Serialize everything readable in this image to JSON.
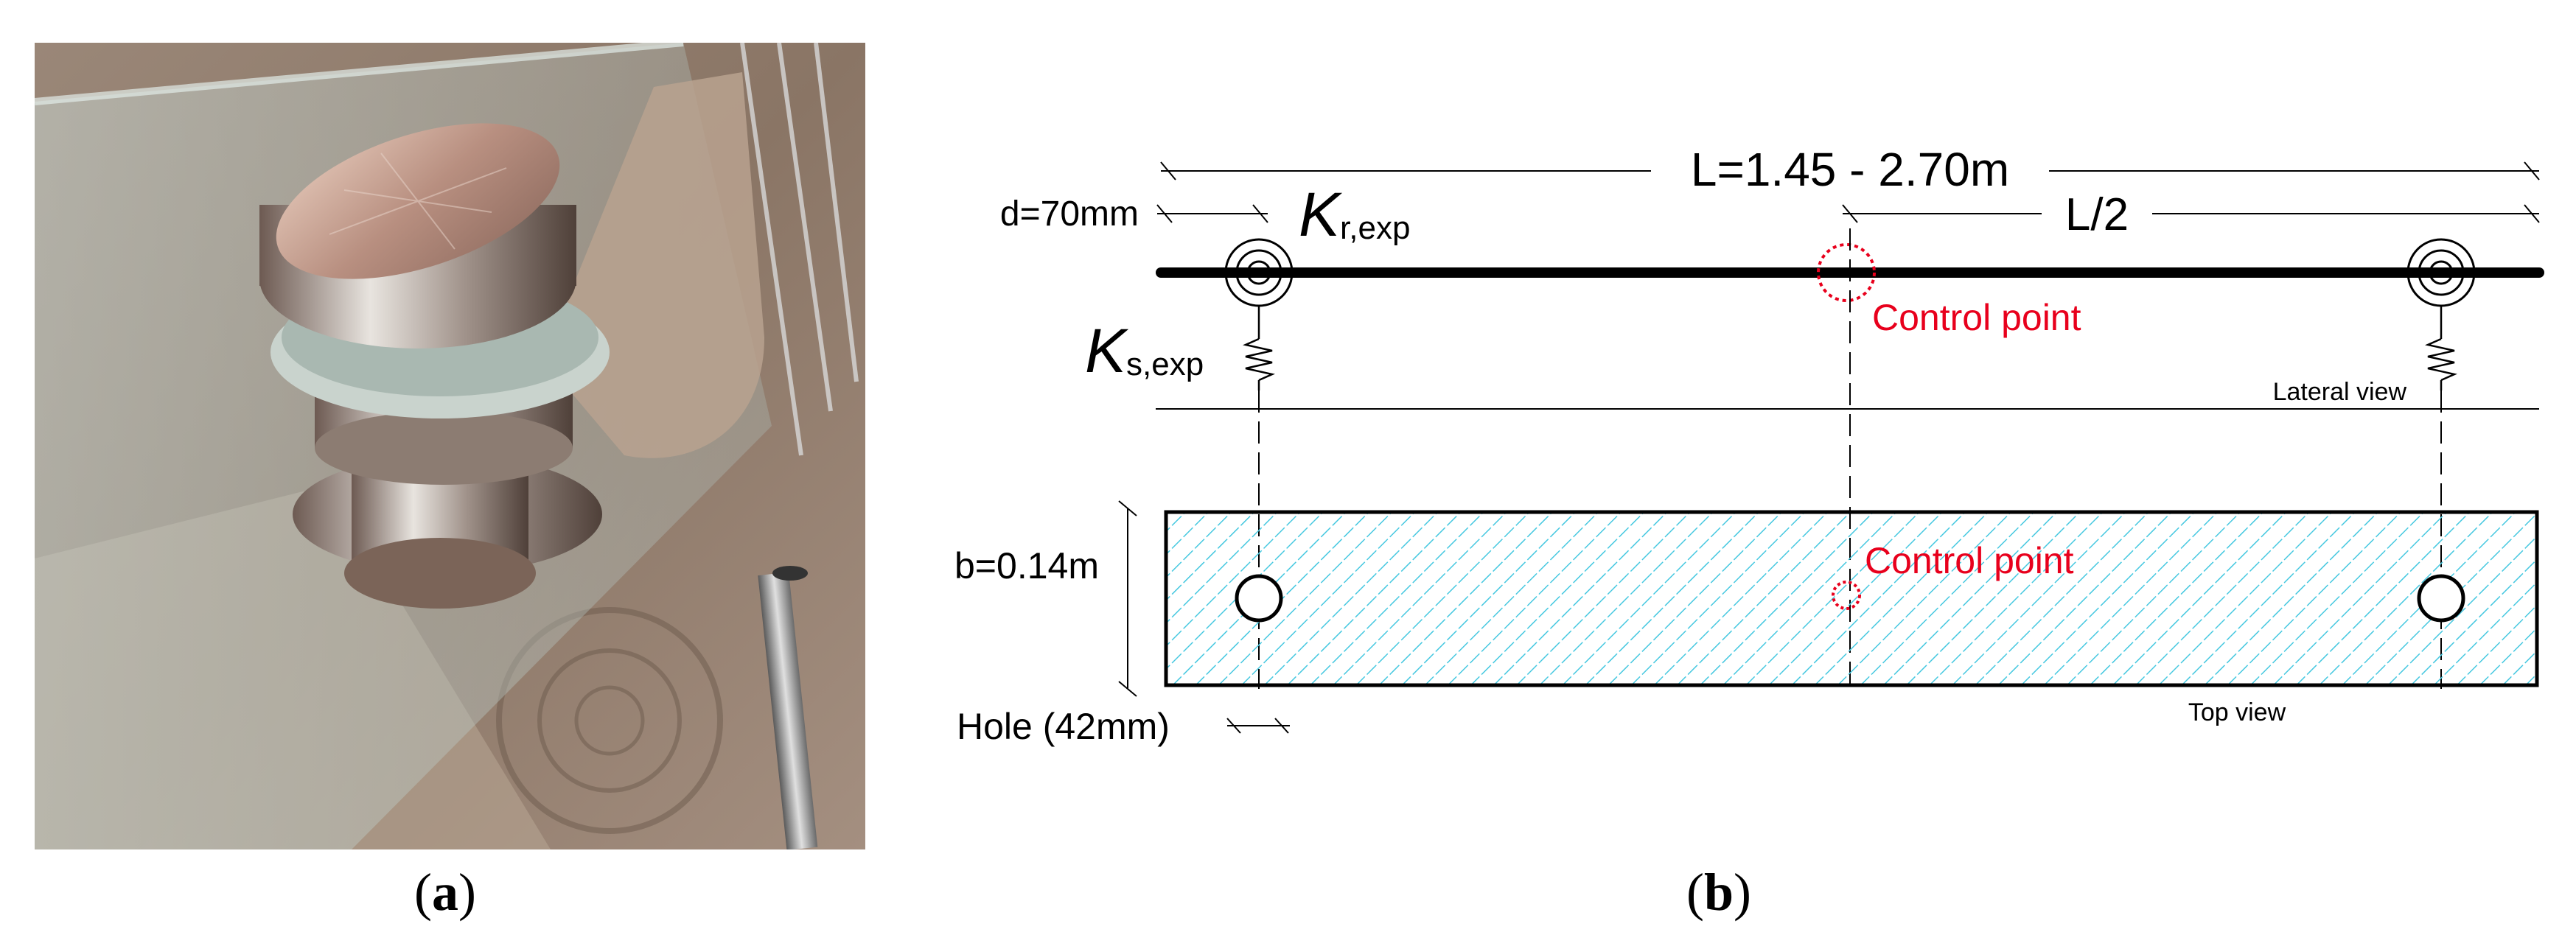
{
  "panel_a": {
    "caption_open": "(",
    "caption_letter": "a",
    "caption_close": ")"
  },
  "panel_b": {
    "caption_open": "(",
    "caption_letter": "b",
    "caption_close": ")",
    "span_label": "L=1.45 - 2.70m",
    "d_label": "d=70mm",
    "k_rotational": {
      "main": "K",
      "sub": "r,exp"
    },
    "k_spring": {
      "main": "K",
      "sub": "s,exp"
    },
    "half_span_label": "L/2",
    "control_point_lateral": "Control point",
    "control_point_top": "Control point",
    "lateral_view_label": "Lateral view",
    "top_view_label": "Top view",
    "b_label": "b=0.14m",
    "hole_label": "Hole (42mm)"
  },
  "colors": {
    "annotation_red": "#e8001c",
    "hatch_cyan": "#45c8e0",
    "line_black": "#000000"
  }
}
